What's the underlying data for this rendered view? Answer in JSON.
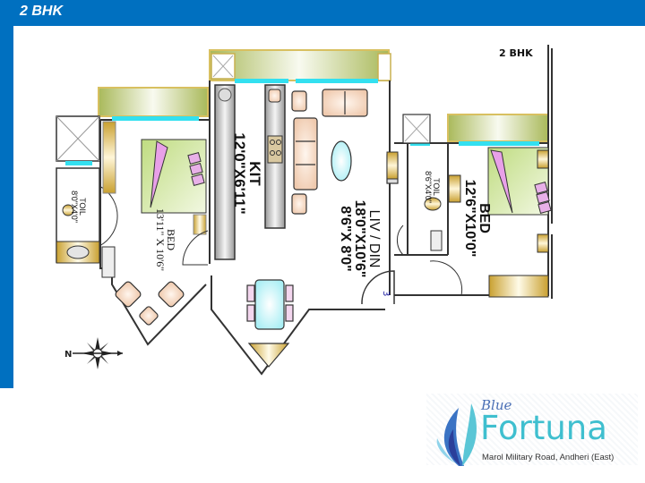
{
  "header": {
    "title": "2 BHK"
  },
  "plan": {
    "label": "2 BHK",
    "rooms": [
      {
        "id": "kit",
        "name": "KIT",
        "dims": "12'0\"X6'11\""
      },
      {
        "id": "bed1",
        "name": "BED",
        "dims": "13'11\" X 10'6\""
      },
      {
        "id": "toil1",
        "name": "TOIL",
        "dims": "8'0\"X4'0\""
      },
      {
        "id": "livdin",
        "name": "LIV / DIN",
        "dims": "18'0\"X10'6\"",
        "dims2": "8'6\"X 8'0\""
      },
      {
        "id": "toil2",
        "name": "TOIL",
        "dims": "8'6\"X4'0\""
      },
      {
        "id": "bed2",
        "name": "BED",
        "dims": "12'6\"X10'0\""
      }
    ],
    "entry_marker": "3",
    "compass": {
      "label": "N"
    }
  },
  "colors": {
    "brand_blue": "#0070c0",
    "window_cyan": "#33e0f0",
    "balcony_green": "#b8c76a",
    "wardrobe_gold": "#c9a43a",
    "bed_green": "#cfe59a",
    "pillow_pink": "#e8b0e8",
    "furniture_peach": "#f6dcc8"
  },
  "logo": {
    "script": "Blue",
    "name": "Fortuna",
    "address": "Marol Military Road, Andheri (East)"
  }
}
